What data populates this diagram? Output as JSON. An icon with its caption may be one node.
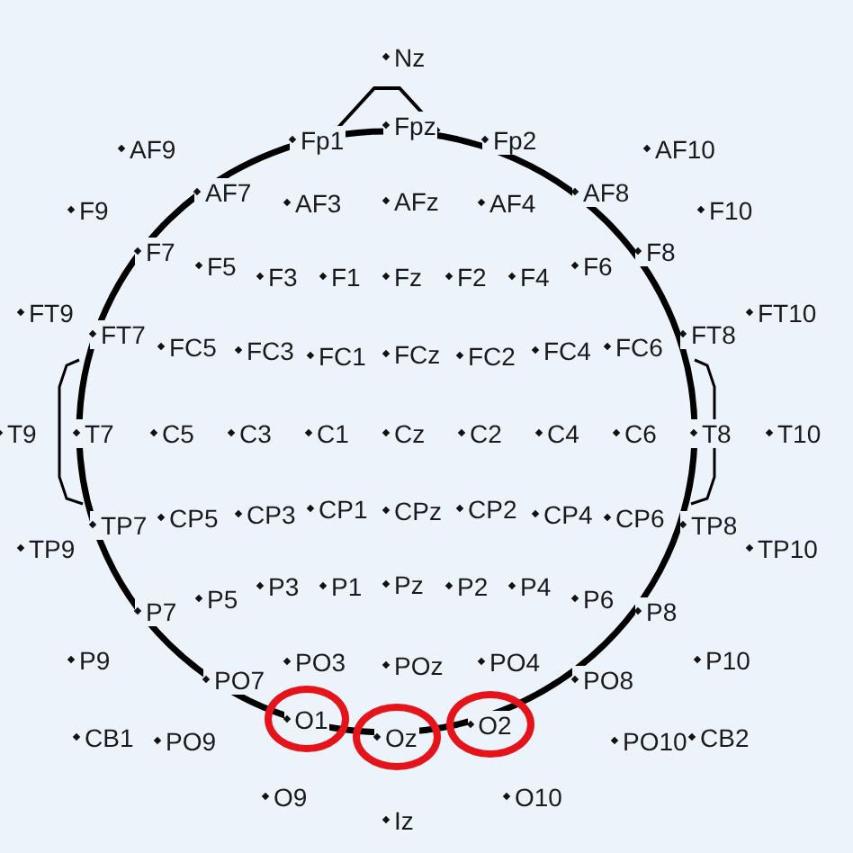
{
  "diagram": {
    "nodes": [
      {
        "text": [
          "O1"
        ]
      },
      {
        "text": [
          "Oz"
        ]
      },
      {
        "text": [
          "O2"
        ]
      }
    ],
    "labels": [
      "Nz",
      "AF9",
      "Fp1",
      "Fpz",
      "Fp2",
      "AF10",
      "F9",
      "AF7",
      "AF3",
      "AFz",
      "AF4",
      "AF8",
      "F10",
      "F7",
      "F5",
      "F3",
      "F1",
      "Fz",
      "F2",
      "F4",
      "F6",
      "F8",
      "FT9",
      "FT10",
      "FT7",
      "FC5",
      "FC3",
      "FC1",
      "FCz",
      "FC2",
      "FC4",
      "FC6",
      "FT8",
      "T9",
      "T7",
      "C5",
      "C3",
      "C1",
      "Cz",
      "C2",
      "C4",
      "C6",
      "T8",
      "T10",
      "TP7",
      "CP5",
      "CP3",
      "CP1",
      "CPz",
      "CP2",
      "CP4",
      "CP6",
      "TP8",
      "TP9",
      "TP10",
      "P7",
      "P5",
      "P3",
      "P1",
      "Pz",
      "P2",
      "P4",
      "P6",
      "P8",
      "P9",
      "PO7",
      "PO3",
      "POz",
      "PO4",
      "PO8",
      "P10",
      "CB1",
      "PO9",
      "PO10",
      "CB2",
      "O9",
      "Iz",
      "O10"
    ]
  }
}
